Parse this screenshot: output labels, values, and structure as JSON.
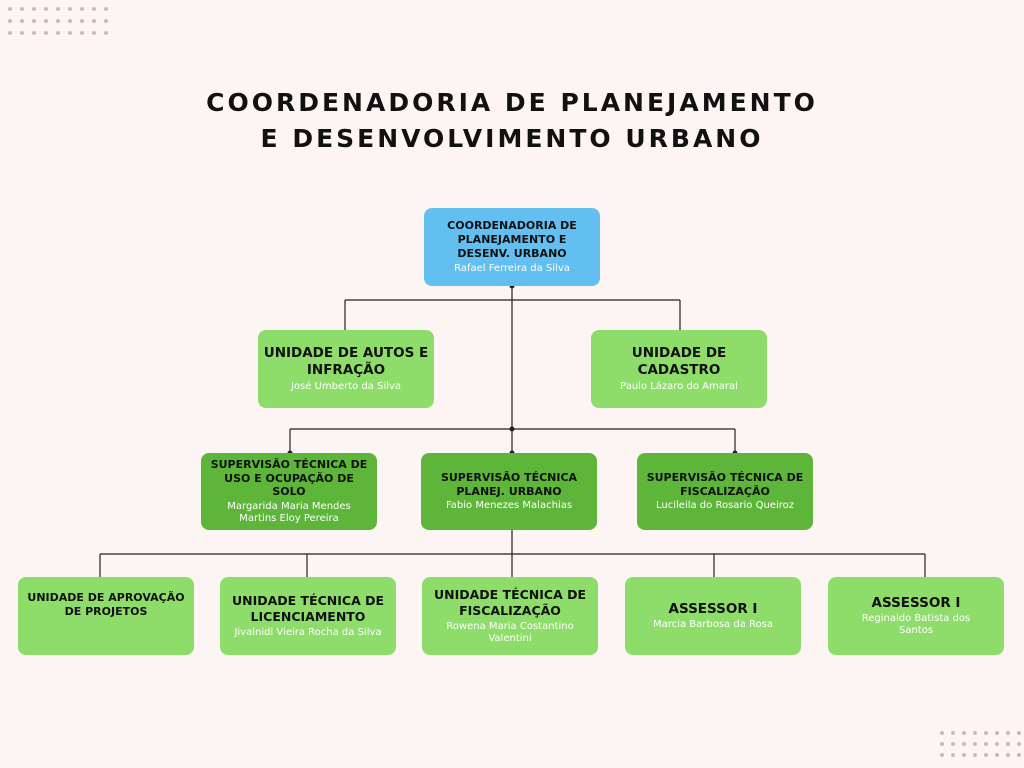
{
  "title": {
    "line1": "COORDENADORIA DE PLANEJAMENTO",
    "line2": "E DESENVOLVIMENTO URBANO"
  },
  "nodes": {
    "root": {
      "title": "COORDENADORIA DE PLANEJAMENTO E DESENV. URBANO",
      "person": "Rafael Ferreira da Silva"
    },
    "autos": {
      "title": "UNIDADE DE AUTOS E INFRAÇÃO",
      "person": "José Umberto da Silva"
    },
    "cadastro": {
      "title": "UNIDADE DE CADASTRO",
      "person": "Paulo Lázaro do Amaral"
    },
    "sup_uso": {
      "title": "SUPERVISÃO TÉCNICA DE USO E OCUPAÇÃO DE SOLO",
      "person": "Margarida Maria Mendes Martins Eloy Pereira"
    },
    "sup_planej": {
      "title": "SUPERVISÃO TÉCNICA PLANEJ. URBANO",
      "person": "Fabio Menezes Malachias"
    },
    "sup_fisc": {
      "title": "SUPERVISÃO TÉCNICA DE FISCALIZAÇÃO",
      "person": "Lucileila do Rosario Queiroz"
    },
    "aprovacao": {
      "title": "UNIDADE DE APROVAÇÃO DE PROJETOS",
      "person": ""
    },
    "licenciamento": {
      "title": "UNIDADE TÉCNICA DE LICENCIAMENTO",
      "person": "Jivalnidi Vieira Rocha da Silva"
    },
    "fiscalizacao": {
      "title": "UNIDADE TÉCNICA DE  FISCALIZAÇÃO",
      "person": "Rowena Maria Costantino Valentini"
    },
    "assessor1": {
      "title": "ASSESSOR I",
      "person": "Marcia Barbosa da Rosa"
    },
    "assessor2": {
      "title": "ASSESSOR I",
      "person": "Reginaldo Batista dos Santos"
    }
  }
}
